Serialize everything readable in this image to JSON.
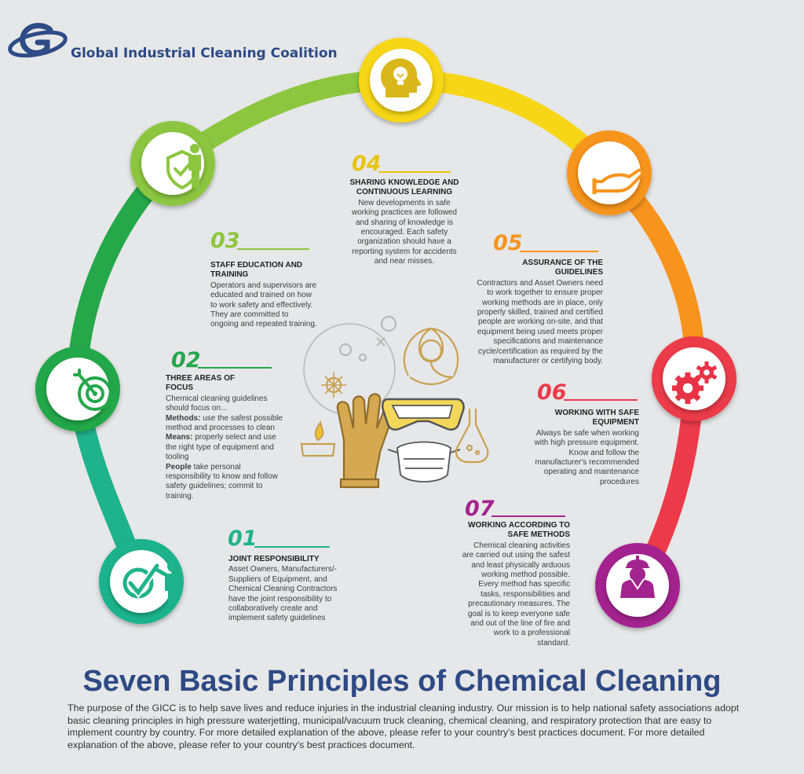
{
  "header": {
    "org_name": "Global Industrial Cleaning Coalition",
    "logo_icon": "gicc-globe-logo-icon"
  },
  "colors": {
    "blue": "#2d4b86",
    "p1": "#1fb38c",
    "p2": "#24a84a",
    "p3": "#8cc63f",
    "p4": "#f6d617",
    "p5": "#f7941d",
    "p6": "#ec3a4a",
    "p7": "#a3248f",
    "icon_gold": "#c8a151"
  },
  "principles": [
    {
      "number": "01",
      "title": "Joint Responsibility",
      "body": "Asset Owners, Manufacturers/- Suppliers of Equipment, and Chemical Cleaning Contractors have the joint responsibility to collaboratively create and implement safety guidelines",
      "icon": "checkmark-person-icon"
    },
    {
      "number": "02",
      "title": "Three Areas of Focus",
      "intro": "Chemical cleaning guidelines should focus on...",
      "items": [
        {
          "label": "Methods:",
          "text": " use the safest possible method and processes to clean"
        },
        {
          "label": "Means:",
          "text": " properly select and use the right type of equipment and tooling"
        },
        {
          "label": "People",
          "text": " take personal responsibility to know and follow safety guidelines; commit to training."
        }
      ],
      "icon": "target-dart-icon"
    },
    {
      "number": "03",
      "title": "Staff Education and Training",
      "body": "Operators and supervisors are educated and trained on how to work safety and effectively. They are committed to ongoing and repeated training.",
      "icon": "shield-person-icon"
    },
    {
      "number": "04",
      "title": "Sharing Knowledge and Continuous Learning",
      "body": "New developments in safe working practices are followed and sharing of knowledge is encouraged. Each safety organization should have a reporting system for accidents and near misses.",
      "icon": "head-lightbulb-icon"
    },
    {
      "number": "05",
      "title": "Assurance of the Guidelines",
      "body": "Contractors and Asset Owners need to work together to ensure proper working methods are in place, only properly skilled, trained and certified people are working on-site, and that equipment being used meets proper specifications and maintenance cycle/certification as required by the manufacturer or certifying body.",
      "icon": "open-hand-icon"
    },
    {
      "number": "06",
      "title": "Working with Safe Equipment",
      "body": "Always be safe when working with high pressure equipment. Know and follow the manufacturer's recommended operating and maintenance procedures",
      "icon": "gears-icon"
    },
    {
      "number": "07",
      "title": "Working According to Safe Methods",
      "body": "Chemical cleaning activities are carried out using the safest and least physically arduous working method possible. Every method has specific tasks, responsibilities and precautionary measures. The goal is to keep everyone safe and out of the line of fire and work to a professional standard.",
      "icon": "worker-hardhat-icon"
    }
  ],
  "center_illustration": "safety-equipment-illustration",
  "title": "Seven Basic Principles of Chemical Cleaning",
  "description": "The purpose of the GICC is to help save lives and reduce injuries in the industrial cleaning industry. Our mission is to help national safety associations adopt basic cleaning principles in high pressure waterjetting, municipal/vacuum truck cleaning, chemical cleaning, and respiratory protection that are easy to implement country by country. For more detailed explanation of the above, please refer to your country's best practices document. For more detailed explanation of the above, please refer to your country's best practices document."
}
